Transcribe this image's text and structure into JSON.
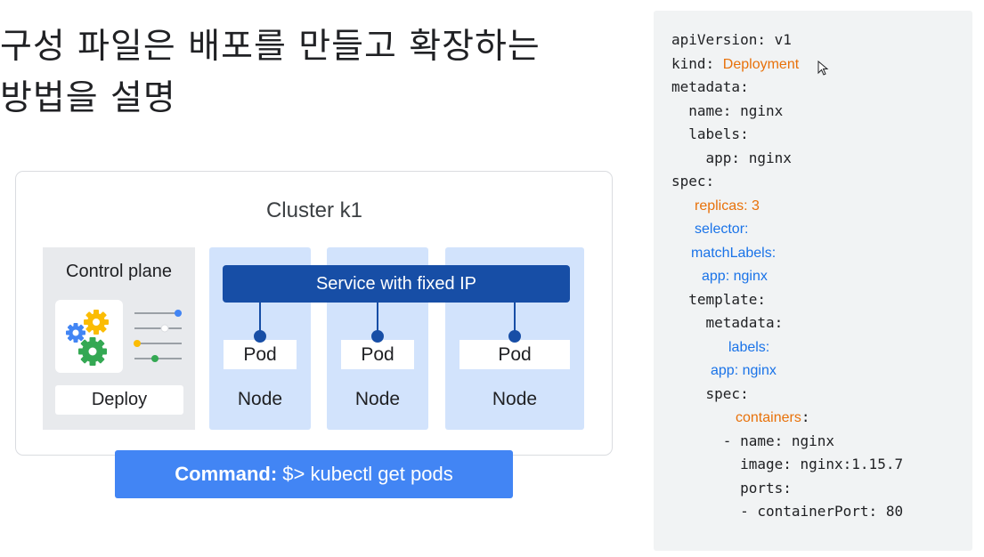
{
  "title_lines": [
    "구성 파일은 배포를 만들고 확장하는",
    "방법을 설명"
  ],
  "diagram": {
    "cluster_title": "Cluster k1",
    "control_plane_label": "Control plane",
    "deploy_label": "Deploy",
    "service_label": "Service with fixed IP",
    "pod_label": "Pod",
    "node_label": "Node",
    "command_prefix": "Command:",
    "command_text": "$> kubectl get pods"
  },
  "yaml": {
    "plain": [
      "apiVersion: v1",
      "kind: ",
      "metadata:",
      "  name: nginx",
      "  labels:",
      "    app: nginx",
      "spec:",
      "  template:",
      "    metadata:",
      "    spec:",
      "      - name: nginx",
      "        image: nginx:1.15.7",
      "        ports:",
      "        - containerPort: 80"
    ],
    "highlighted": {
      "kind_value": "Deployment",
      "replicas": "replicas: 3",
      "selector": "selector:",
      "matchLabels": "matchLabels:",
      "selector_app": "app: nginx",
      "template_labels": "labels:",
      "template_app": "app: nginx",
      "containers": "containers",
      "colon": ":"
    }
  },
  "colors": {
    "service": "#174ea6",
    "node": "#d2e3fc",
    "command": "#4285f4",
    "yaml_orange": "#e8710a",
    "yaml_blue": "#1a73e8",
    "code_bg": "#f1f3f4"
  },
  "icons": [
    "gears-icon",
    "sliders-icon",
    "cursor-icon"
  ]
}
